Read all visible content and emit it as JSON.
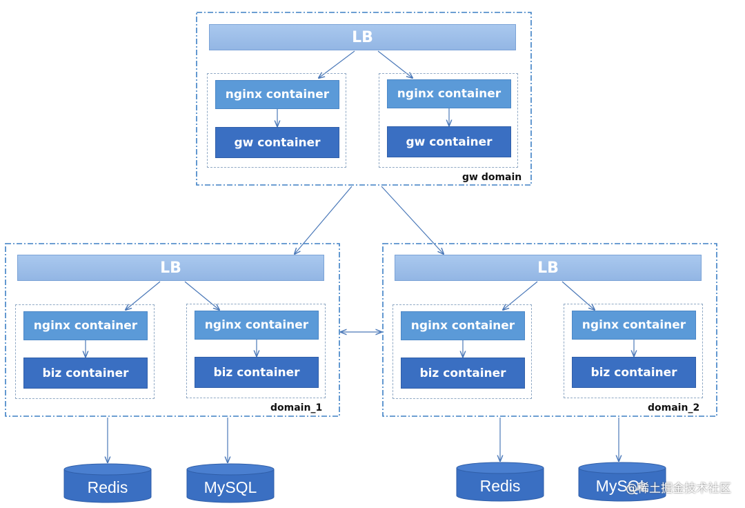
{
  "gw_domain": {
    "label": "gw domain",
    "lb": "LB",
    "pods": [
      {
        "nginx": "nginx container",
        "app": "gw container"
      },
      {
        "nginx": "nginx container",
        "app": "gw container"
      }
    ]
  },
  "domain_1": {
    "label": "domain_1",
    "lb": "LB",
    "pods": [
      {
        "nginx": "nginx container",
        "app": "biz container"
      },
      {
        "nginx": "nginx container",
        "app": "biz container"
      }
    ],
    "databases": [
      "Redis",
      "MySQL"
    ]
  },
  "domain_2": {
    "label": "domain_2",
    "lb": "LB",
    "pods": [
      {
        "nginx": "nginx container",
        "app": "biz container"
      },
      {
        "nginx": "nginx container",
        "app": "biz container"
      }
    ],
    "databases": [
      "Redis",
      "MySQL"
    ]
  },
  "watermark": "@稀土掘金技术社区",
  "colors": {
    "domain_border": "#3b7fc4",
    "lb_fill": "#a9c8ee",
    "nginx_fill": "#5b9ad8",
    "app_fill": "#3a6fc2",
    "db_fill": "#3a6fc2",
    "arrow": "#4a78b8"
  }
}
